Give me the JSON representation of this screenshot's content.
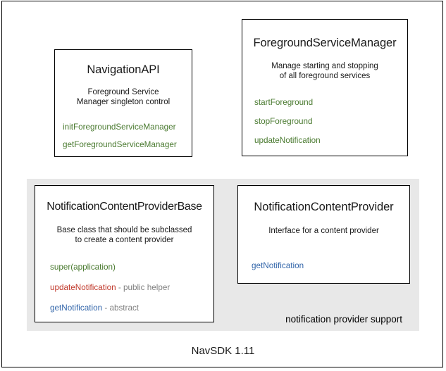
{
  "diagram": {
    "footer_caption": "NavSDK 1.11",
    "group": {
      "label": "notification provider support",
      "background_color": "#e8e8e8"
    },
    "colors": {
      "green": "#4a7a30",
      "red": "#c0392b",
      "blue": "#3366aa",
      "gray_note": "#808080",
      "text": "#1a1a1a",
      "border": "#000000"
    },
    "boxes": {
      "navigation_api": {
        "title": "NavigationAPI",
        "description_line1": "Foreground Service",
        "description_line2": "Manager singleton control",
        "members": [
          {
            "name": "initForegroundServiceManager",
            "color": "green",
            "note": ""
          },
          {
            "name": "getForegroundServiceManager",
            "color": "green",
            "note": ""
          }
        ]
      },
      "foreground_service_manager": {
        "title": "ForegroundServiceManager",
        "description_line1": "Manage starting and stopping",
        "description_line2": "of all foreground services",
        "members": [
          {
            "name": "startForeground",
            "color": "green",
            "note": ""
          },
          {
            "name": "stopForeground",
            "color": "green",
            "note": ""
          },
          {
            "name": "updateNotification",
            "color": "green",
            "note": ""
          }
        ]
      },
      "notification_content_provider_base": {
        "title": "NotificationContentProviderBase",
        "description_line1": "Base class that should be subclassed",
        "description_line2": "to create a content provider",
        "members": [
          {
            "name": "super(application)",
            "color": "green",
            "note": ""
          },
          {
            "name": "updateNotification",
            "color": "red",
            "note": " - public helper"
          },
          {
            "name": "getNotification",
            "color": "blue",
            "note": " - abstract"
          }
        ]
      },
      "notification_content_provider": {
        "title": "NotificationContentProvider",
        "description_line1": "Interface for a content provider",
        "description_line2": "",
        "members": [
          {
            "name": "getNotification",
            "color": "blue",
            "note": ""
          }
        ]
      }
    }
  }
}
